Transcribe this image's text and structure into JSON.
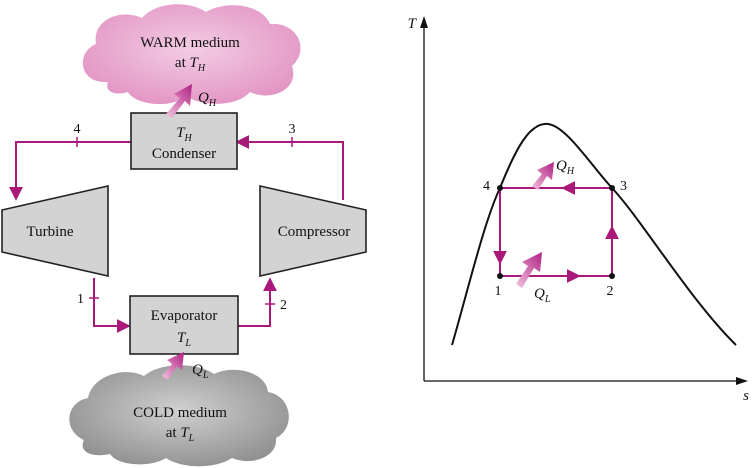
{
  "diagram": {
    "warm_cloud": {
      "line1": "WARM medium",
      "line2_prefix": "at ",
      "line2_var": "T",
      "line2_sub": "H"
    },
    "cold_cloud": {
      "line1": "COLD medium",
      "line2_prefix": "at ",
      "line2_var": "T",
      "line2_sub": "L"
    },
    "condenser": {
      "var": "T",
      "sub": "H",
      "label": "Condenser"
    },
    "evaporator": {
      "label": "Evaporator",
      "var": "T",
      "sub": "L"
    },
    "turbine": {
      "label": "Turbine"
    },
    "compressor": {
      "label": "Compressor"
    },
    "qh": {
      "var": "Q",
      "sub": "H"
    },
    "ql": {
      "var": "Q",
      "sub": "L"
    },
    "states": [
      "1",
      "2",
      "3",
      "4"
    ]
  },
  "ts_diagram": {
    "y_axis": "T",
    "x_axis": "s",
    "points": [
      "1",
      "2",
      "3",
      "4"
    ],
    "qh": {
      "var": "Q",
      "sub": "H"
    },
    "ql": {
      "var": "Q",
      "sub": "L"
    }
  },
  "colors": {
    "flow": "#a8197a",
    "warm": "#e7a9cf",
    "cold": "#9a9a9a",
    "component": "#d3d3d3"
  }
}
